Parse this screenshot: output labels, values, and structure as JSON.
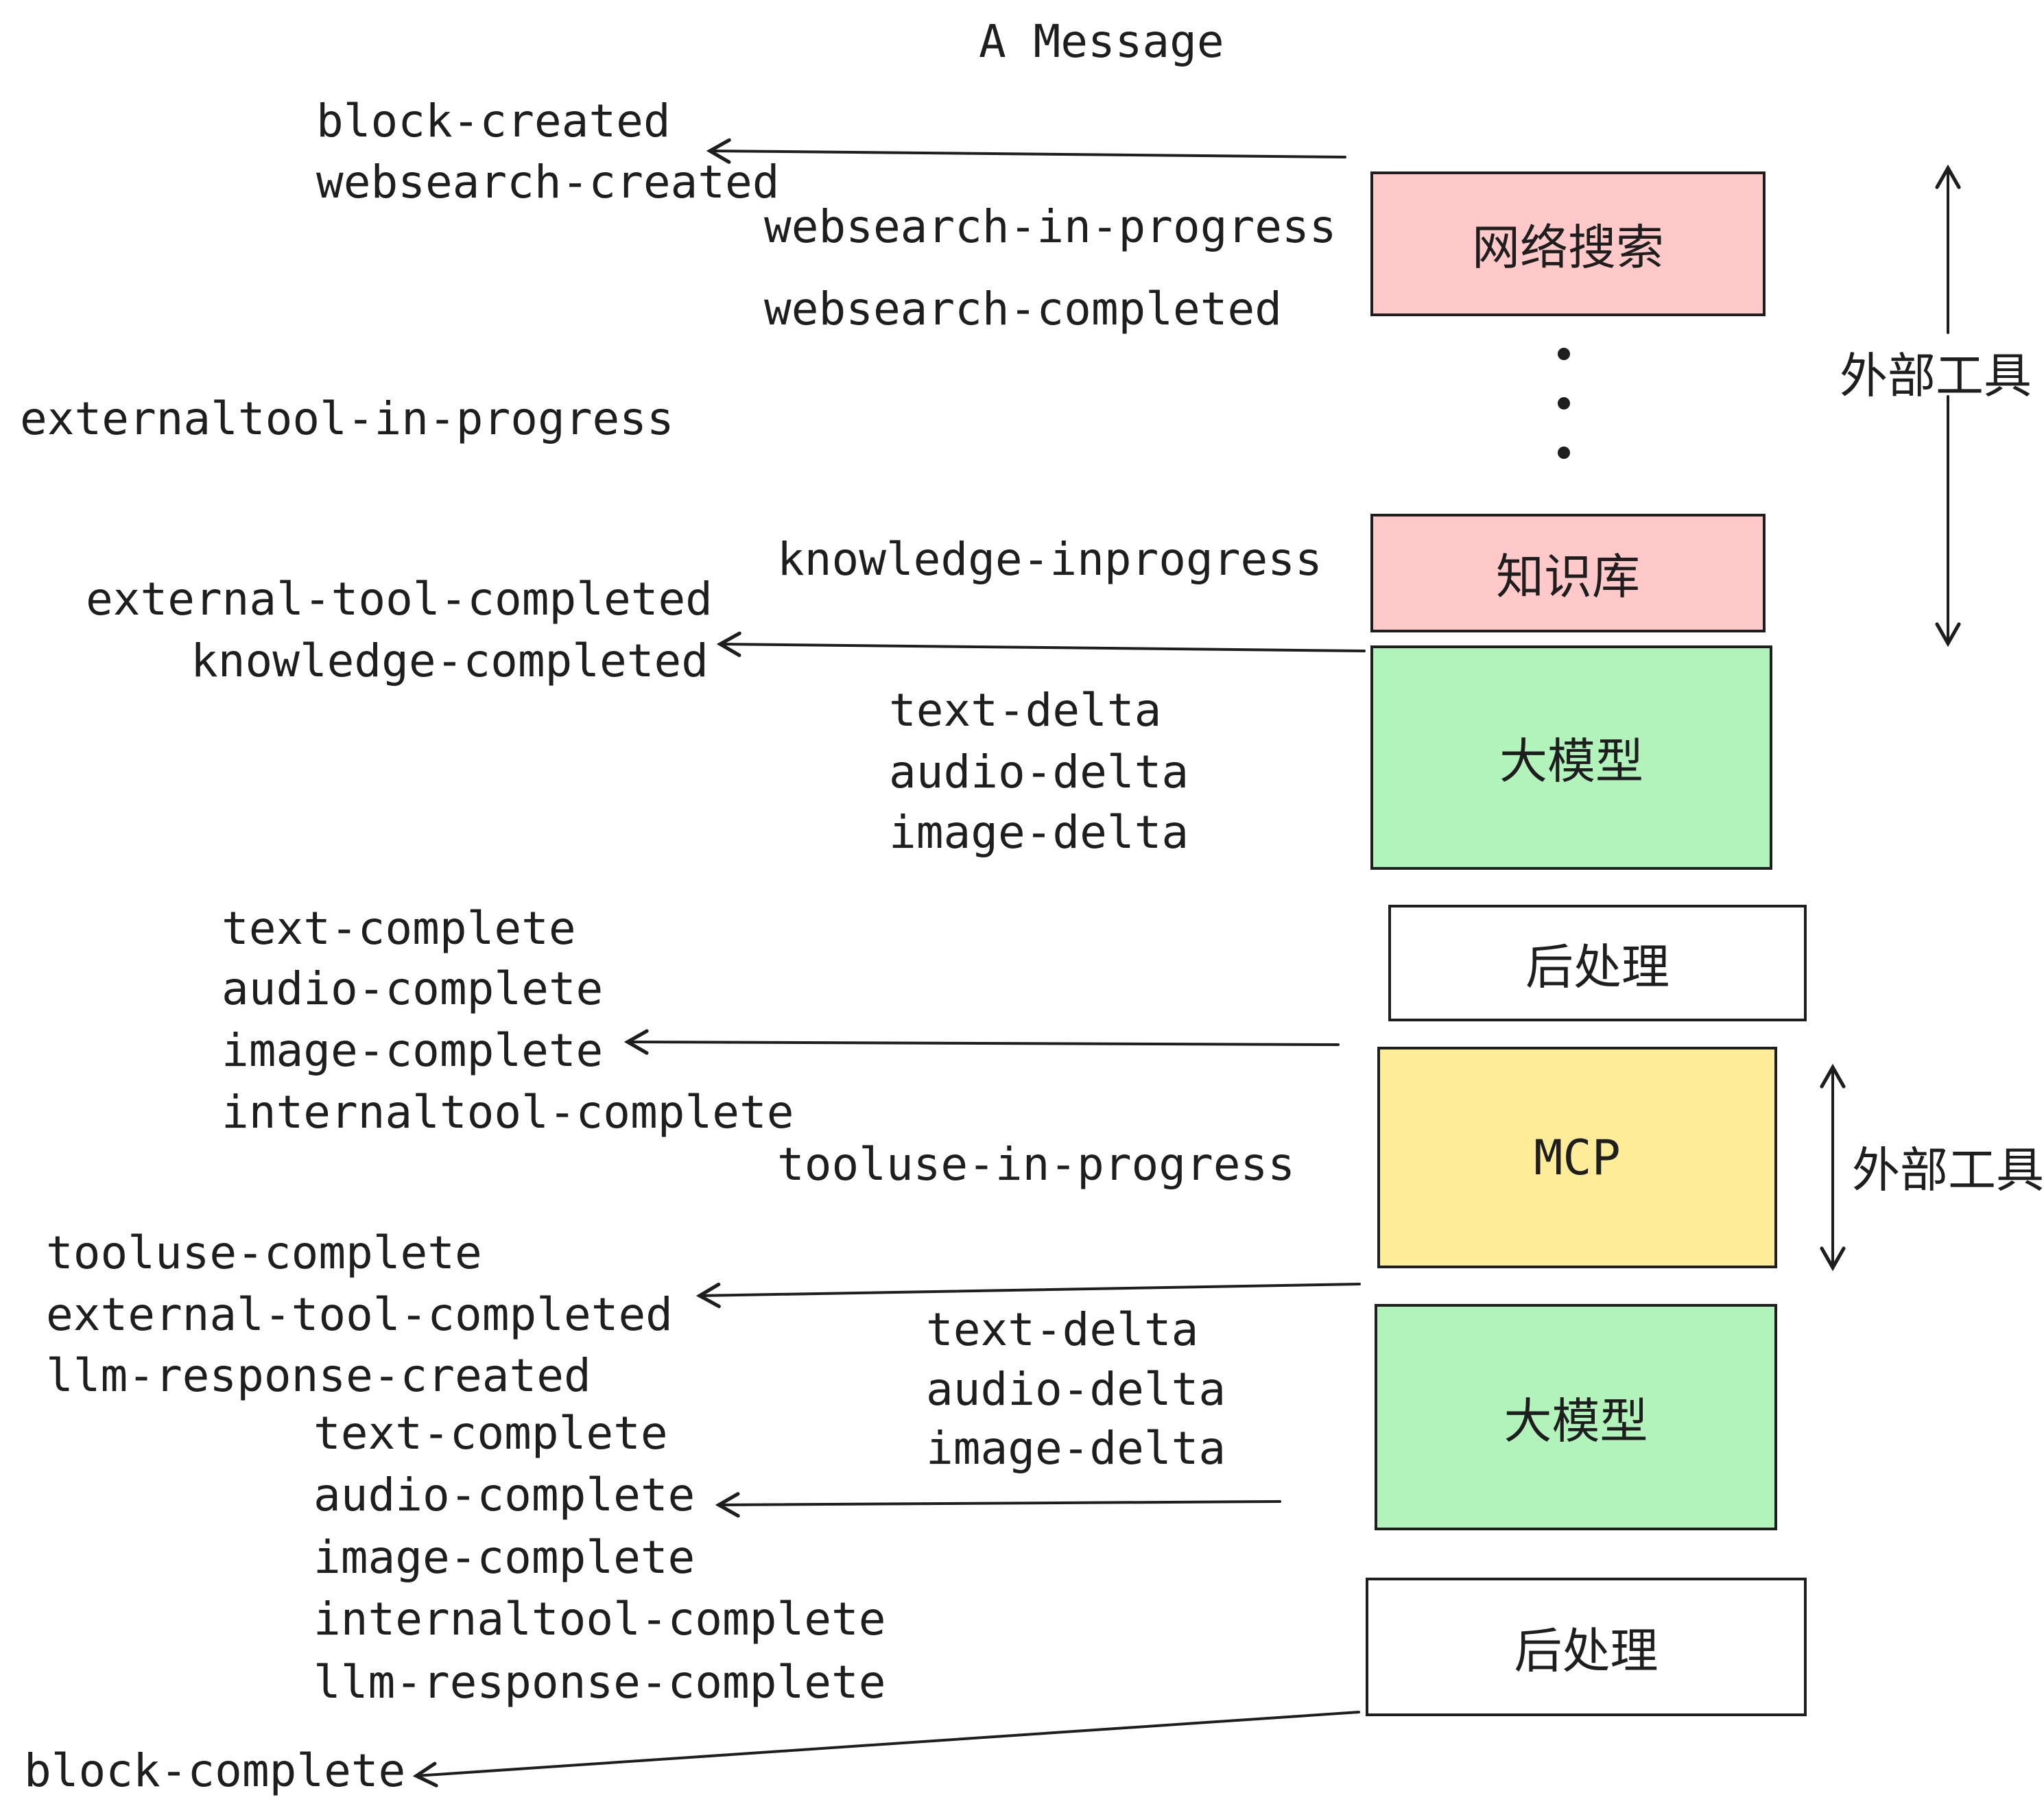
{
  "title": "A Message",
  "events": [
    {
      "text": "block-created"
    },
    {
      "text": "websearch-created"
    },
    {
      "text": "websearch-in-progress"
    },
    {
      "text": "websearch-completed"
    },
    {
      "text": "externaltool-in-progress"
    },
    {
      "text": "knowledge-inprogress"
    },
    {
      "text": "external-tool-completed"
    },
    {
      "text": "knowledge-completed"
    },
    {
      "text": "text-delta"
    },
    {
      "text": "audio-delta"
    },
    {
      "text": "image-delta"
    },
    {
      "text": "text-complete"
    },
    {
      "text": "audio-complete"
    },
    {
      "text": "image-complete"
    },
    {
      "text": "internaltool-complete"
    },
    {
      "text": "tooluse-in-progress"
    },
    {
      "text": "tooluse-complete"
    },
    {
      "text": "external-tool-completed"
    },
    {
      "text": "llm-response-created"
    },
    {
      "text": "text-delta"
    },
    {
      "text": "audio-delta"
    },
    {
      "text": "image-delta"
    },
    {
      "text": "text-complete"
    },
    {
      "text": "audio-complete"
    },
    {
      "text": "image-complete"
    },
    {
      "text": "internaltool-complete"
    },
    {
      "text": "llm-response-complete"
    },
    {
      "text": "block-complete"
    }
  ],
  "nodes": [
    {
      "label": "网络搜索",
      "fill": "#ffc9c9"
    },
    {
      "label": "知识库",
      "fill": "#ffc9c9"
    },
    {
      "label": "大模型",
      "fill": "#b2f2bb"
    },
    {
      "label": "后处理",
      "fill": "#ffffff"
    },
    {
      "label": "MCP",
      "fill": "#ffec99"
    },
    {
      "label": "大模型",
      "fill": "#b2f2bb"
    },
    {
      "label": "后处理",
      "fill": "#ffffff"
    }
  ],
  "annotations": [
    {
      "label": "外部工具"
    },
    {
      "label": "外部工具"
    }
  ],
  "arrows": [
    {
      "from": "网络搜索",
      "to": "websearch-created",
      "direction": "left"
    },
    {
      "from": "大模型",
      "to": "knowledge-completed",
      "direction": "left"
    },
    {
      "from": "MCP",
      "to": "image-complete",
      "direction": "left"
    },
    {
      "from": "大模型",
      "to": "tooluse-complete",
      "direction": "left"
    },
    {
      "from": "大模型",
      "to": "audio-complete",
      "direction": "left"
    },
    {
      "from": "后处理",
      "to": "block-complete",
      "direction": "left"
    },
    {
      "span": "网络搜索..知识库",
      "label": "外部工具",
      "direction": "vertical-double"
    },
    {
      "span": "MCP",
      "label": "外部工具",
      "direction": "vertical-double"
    }
  ],
  "colors": {
    "ink": "#1e1e1e",
    "node_pink": "#ffc9c9",
    "node_green": "#b2f2bb",
    "node_yellow": "#ffec99",
    "node_white": "#ffffff"
  }
}
